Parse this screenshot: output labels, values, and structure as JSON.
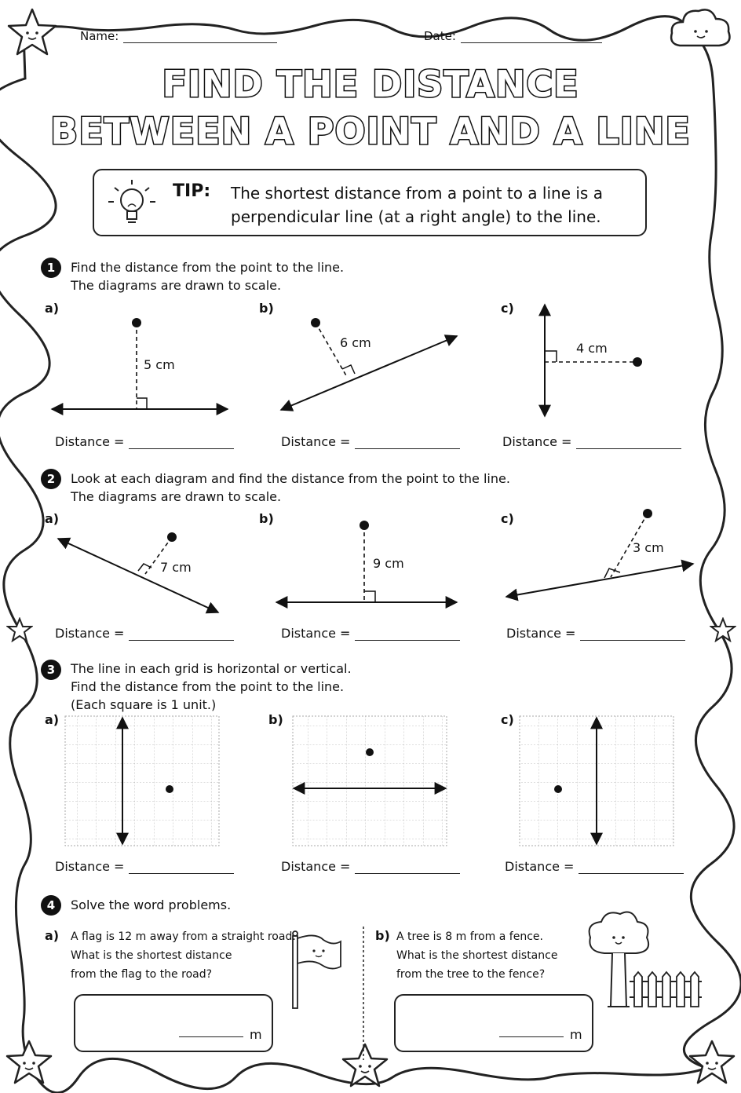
{
  "header": {
    "name_label": "Name:",
    "date_label": "Date:"
  },
  "title": {
    "line1": "FIND THE DISTANCE",
    "line2": "BETWEEN A POINT AND A LINE"
  },
  "tip": {
    "label": "TIP:",
    "text": "The shortest distance from a point to a line is a perpendicular line (at a right angle) to the line."
  },
  "distance_label": "Distance =",
  "q1": {
    "number": "1",
    "line1": "Find the distance from the point to the line.",
    "line2": "The diagrams are drawn to scale.",
    "a": {
      "label": "a)",
      "measure": "5 cm"
    },
    "b": {
      "label": "b)",
      "measure": "6 cm"
    },
    "c": {
      "label": "c)",
      "measure": "4 cm"
    }
  },
  "q2": {
    "number": "2",
    "line1": "Look at each diagram and find the distance from the point to the line.",
    "line2": "The diagrams are drawn to scale.",
    "a": {
      "label": "a)",
      "measure": "7 cm"
    },
    "b": {
      "label": "b)",
      "measure": "9 cm"
    },
    "c": {
      "label": "c)",
      "measure": "3 cm"
    }
  },
  "q3": {
    "number": "3",
    "line1": "The line in each grid is horizontal or vertical.",
    "line2": "Find the distance from the point to the line.",
    "line3": "(Each square is 1 unit.)",
    "a": {
      "label": "a)"
    },
    "b": {
      "label": "b)"
    },
    "c": {
      "label": "c)"
    }
  },
  "q4": {
    "number": "4",
    "line1": "Solve the word problems.",
    "a": {
      "label": "a)",
      "line1": "A flag is 12 m away from a straight road.",
      "line2": "What is the shortest distance",
      "line3": "from the flag to the road?",
      "unit": "m"
    },
    "b": {
      "label": "b)",
      "line1": "A tree is 8 m from a fence.",
      "line2": "What is the shortest distance",
      "line3": "from the tree to the fence?",
      "unit": "m"
    }
  },
  "icons": [
    "star-icon",
    "cloud-icon",
    "lightbulb-icon",
    "flag-icon",
    "tree-icon",
    "fence-icon"
  ]
}
